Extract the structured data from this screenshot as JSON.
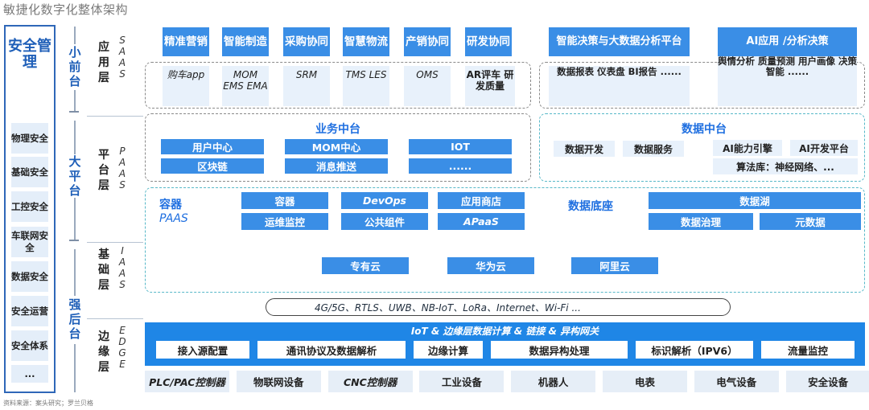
{
  "title": "敏捷化数字化整体架构",
  "footer": "资料来源：案头研究；罗兰贝格",
  "security": {
    "title": "安全管理",
    "items": [
      "物理安全",
      "基础安全",
      "工控安全",
      "车联网安全",
      "数据安全",
      "安全运营",
      "安全体系",
      "..."
    ]
  },
  "groups": {
    "small_front": "小前台",
    "big_platform": "大平台",
    "strong_back": "强后台"
  },
  "layers": {
    "app": {
      "label": "应用层",
      "en": "SAAS"
    },
    "platform": {
      "label": "平台层",
      "en": "PAAS"
    },
    "infra": {
      "label": "基础层",
      "en": "IAAS"
    },
    "edge": {
      "label": "边缘层",
      "en": "EDGE"
    }
  },
  "saas": {
    "modules": [
      {
        "name": "精准营销",
        "detail": "购车app"
      },
      {
        "name": "智能制造",
        "detail": "MOM EMS EMA"
      },
      {
        "name": "采购协同",
        "detail": "SRM"
      },
      {
        "name": "智慧物流",
        "detail": "TMS LES"
      },
      {
        "name": "产销协同",
        "detail": "OMS"
      },
      {
        "name": "研发协同",
        "detail": "AR评车 研发质量"
      }
    ],
    "bigdata": {
      "name": "智能决策与大数据分析平台",
      "detail": "数据报表 仪表盘 BI报告 ......"
    },
    "ai": {
      "name": "AI应用 /分析决策",
      "detail": "舆情分析 质量预测 用户画像 决策智能 ......"
    }
  },
  "paas": {
    "business_center": {
      "title": "业务中台",
      "items": [
        "用户中心",
        "MOM中心",
        "IOT",
        "区块链",
        "消息推送",
        "......"
      ]
    },
    "data_center": {
      "title": "数据中台",
      "items": [
        "数据开发",
        "数据服务",
        "AI能力引擎",
        "AI开发平台",
        "算法库：神经网络、..."
      ]
    },
    "container": {
      "title": "容器",
      "subtitle": "PAAS",
      "items": [
        "容器",
        "DevOps",
        "应用商店",
        "运维监控",
        "公共组件",
        "APaaS"
      ]
    },
    "data_base": {
      "title": "数据底座",
      "items": [
        "数据湖",
        "数据治理",
        "元数据"
      ]
    }
  },
  "iaas": {
    "clouds": [
      "专有云",
      "华为云",
      "阿里云"
    ]
  },
  "network": "4G/5G、RTLS、UWB、NB-IoT、LoRa、Internet、Wi-Fi ...",
  "edge": {
    "title": "IoT & 边缘层数据计算 & 链接 & 异构网关",
    "items": [
      "接入源配置",
      "通讯协议及数据解析",
      "边缘计算",
      "数据异构处理",
      "标识解析（IPV6）",
      "流量监控"
    ],
    "devices": [
      "PLC/PAC控制器",
      "物联网设备",
      "CNC控制器",
      "工业设备",
      "机器人",
      "电表",
      "电气设备",
      "安全设备"
    ]
  }
}
